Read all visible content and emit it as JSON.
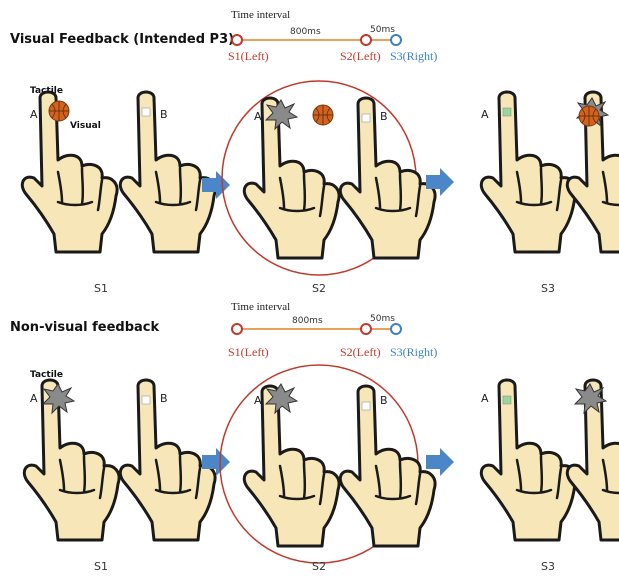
{
  "colors": {
    "s1_s2_red": "#c0392b",
    "s3_blue": "#3b82c4",
    "timeline_line": "#e8a15c",
    "arrow_blue": "#4a86c8",
    "hand_fill": "#f6e6b8",
    "ball": "#d2621e",
    "starburst": "#8a8a8a"
  },
  "top": {
    "title": "Visual Feedback (Intended P3)",
    "timeline": {
      "label": "Time interval",
      "interval_1": "800ms",
      "interval_2": "50ms",
      "s1": "S1(Left)",
      "s2": "S2(Left)",
      "s3": "S3(Right)"
    },
    "tactile_label": "Tactile",
    "visual_label": "Visual",
    "finger_a": "A",
    "finger_b": "B",
    "stages": [
      "S1",
      "S2",
      "S3"
    ]
  },
  "bottom": {
    "title": "Non-visual feedback",
    "timeline": {
      "label": "Time interval",
      "interval_1": "800ms",
      "interval_2": "50ms",
      "s1": "S1(Left)",
      "s2": "S2(Left)",
      "s3": "S3(Right)"
    },
    "tactile_label": "Tactile",
    "finger_a": "A",
    "finger_b": "B",
    "stages": [
      "S1",
      "S2",
      "S3"
    ]
  }
}
